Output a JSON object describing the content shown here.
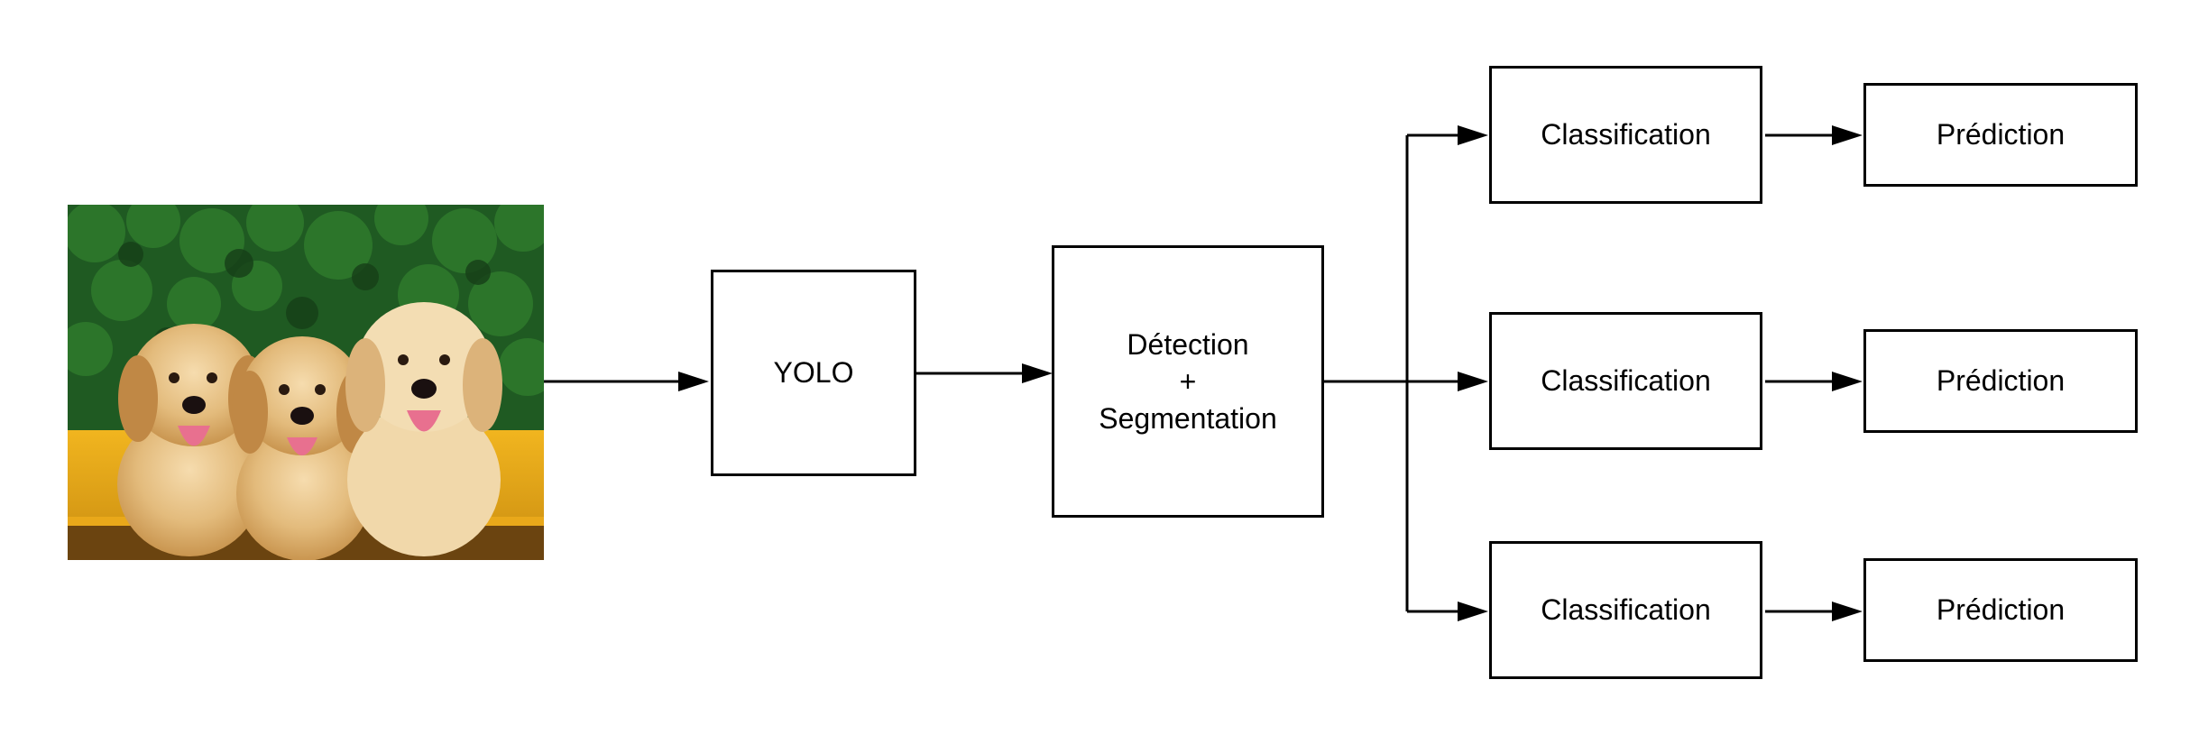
{
  "nodes": {
    "yolo": {
      "label": "YOLO"
    },
    "detection": {
      "line1": "Détection",
      "line2": "+",
      "line3": "Segmentation"
    },
    "classification": [
      {
        "label": "Classification"
      },
      {
        "label": "Classification"
      },
      {
        "label": "Classification"
      }
    ],
    "prediction": [
      {
        "label": "Prédiction"
      },
      {
        "label": "Prédiction"
      },
      {
        "label": "Prédiction"
      }
    ]
  },
  "input_image": {
    "icon": "puppies-photo-icon",
    "subject": "three golden retriever puppies"
  },
  "colors": {
    "line": "#000000",
    "box_border": "#000000",
    "background": "#ffffff"
  }
}
